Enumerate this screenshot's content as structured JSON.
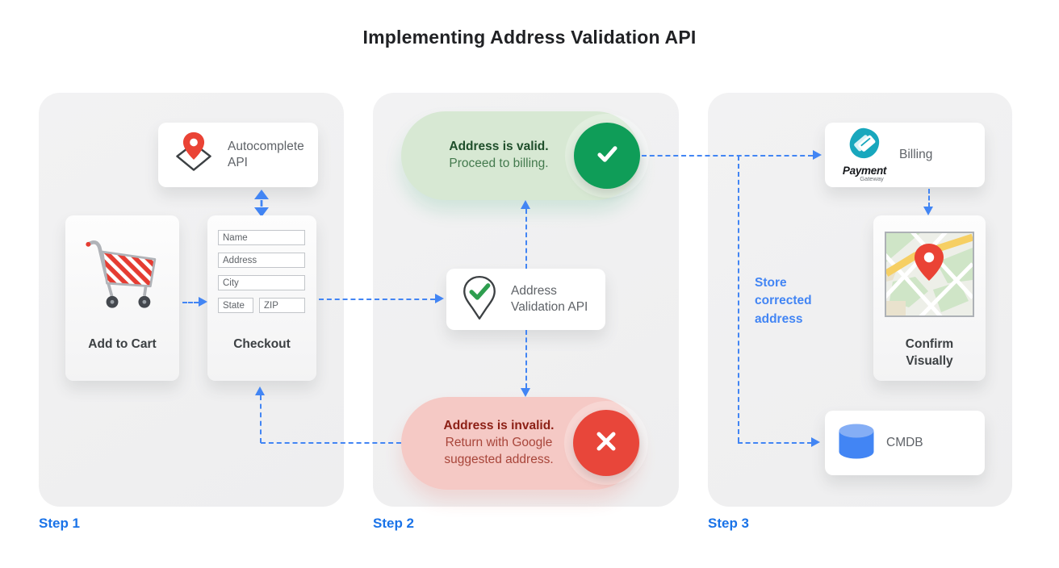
{
  "title": "Implementing Address Validation API",
  "colors": {
    "connector_blue": "#4285f4",
    "step_label_blue": "#1a73e8",
    "valid_green": "#0f9d58",
    "invalid_red": "#ea4335",
    "valid_pill_bg": "#d7e8d3",
    "invalid_pill_bg": "#f5c9c5",
    "panel_bg": "#f0f0f1"
  },
  "step1": {
    "label": "Step 1",
    "autocomplete_api": "Autocomplete API",
    "add_to_cart": "Add to Cart",
    "checkout": "Checkout",
    "form_fields": [
      "Name",
      "Address",
      "City",
      "State",
      "ZIP"
    ]
  },
  "step2": {
    "label": "Step 2",
    "valid": {
      "title": "Address is valid.",
      "subtitle": "Proceed to billing."
    },
    "api": "Address Validation API",
    "invalid": {
      "title": "Address is invalid.",
      "subtitle": "Return with Google suggested address."
    }
  },
  "step3": {
    "label": "Step 3",
    "billing": "Billing",
    "payment_logo": {
      "line1": "Payment",
      "line2": "Gateway"
    },
    "confirm_visually": "Confirm Visually",
    "cmdb": "CMDB",
    "note": "Store corrected address"
  }
}
